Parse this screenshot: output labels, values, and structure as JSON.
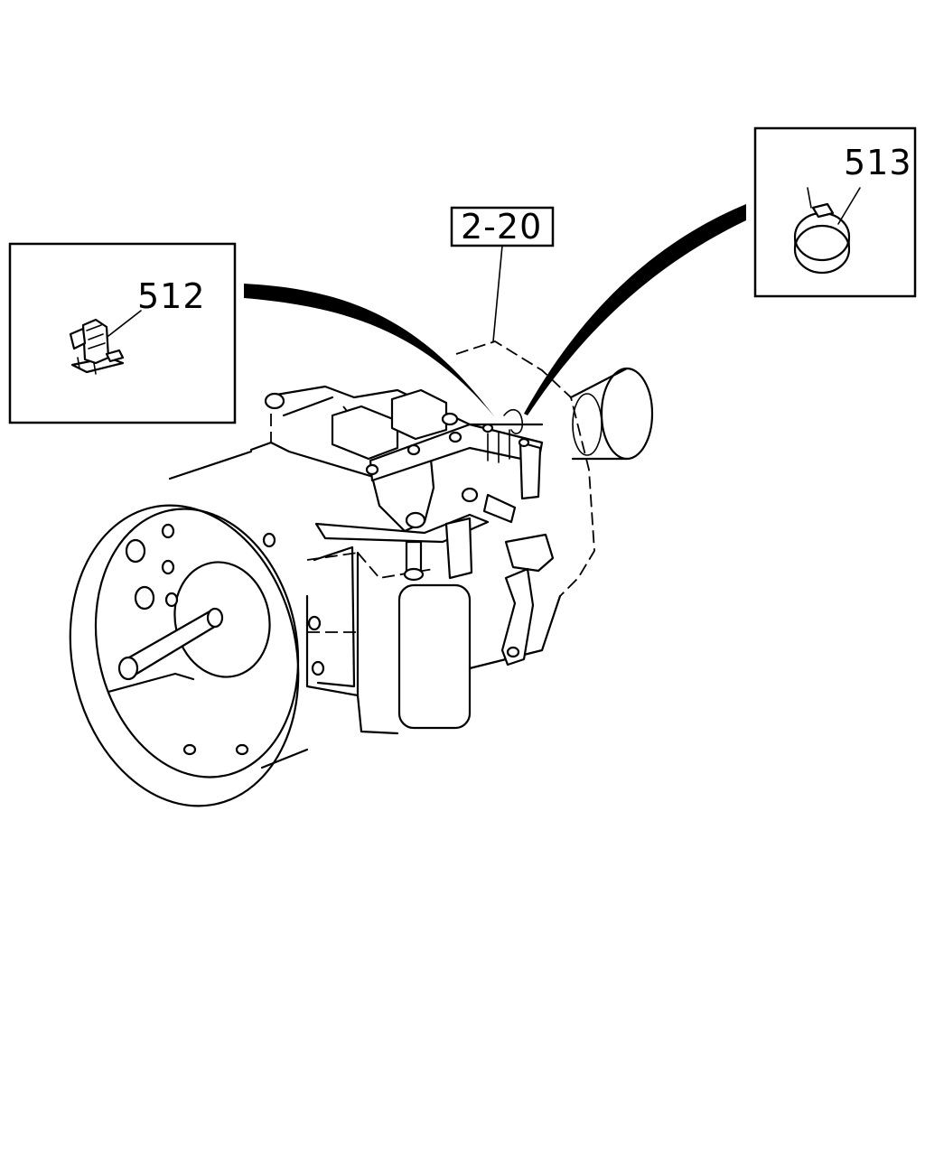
{
  "diagram": {
    "callouts": {
      "ref": "2-20",
      "part_512": "512",
      "part_513": "513"
    }
  }
}
